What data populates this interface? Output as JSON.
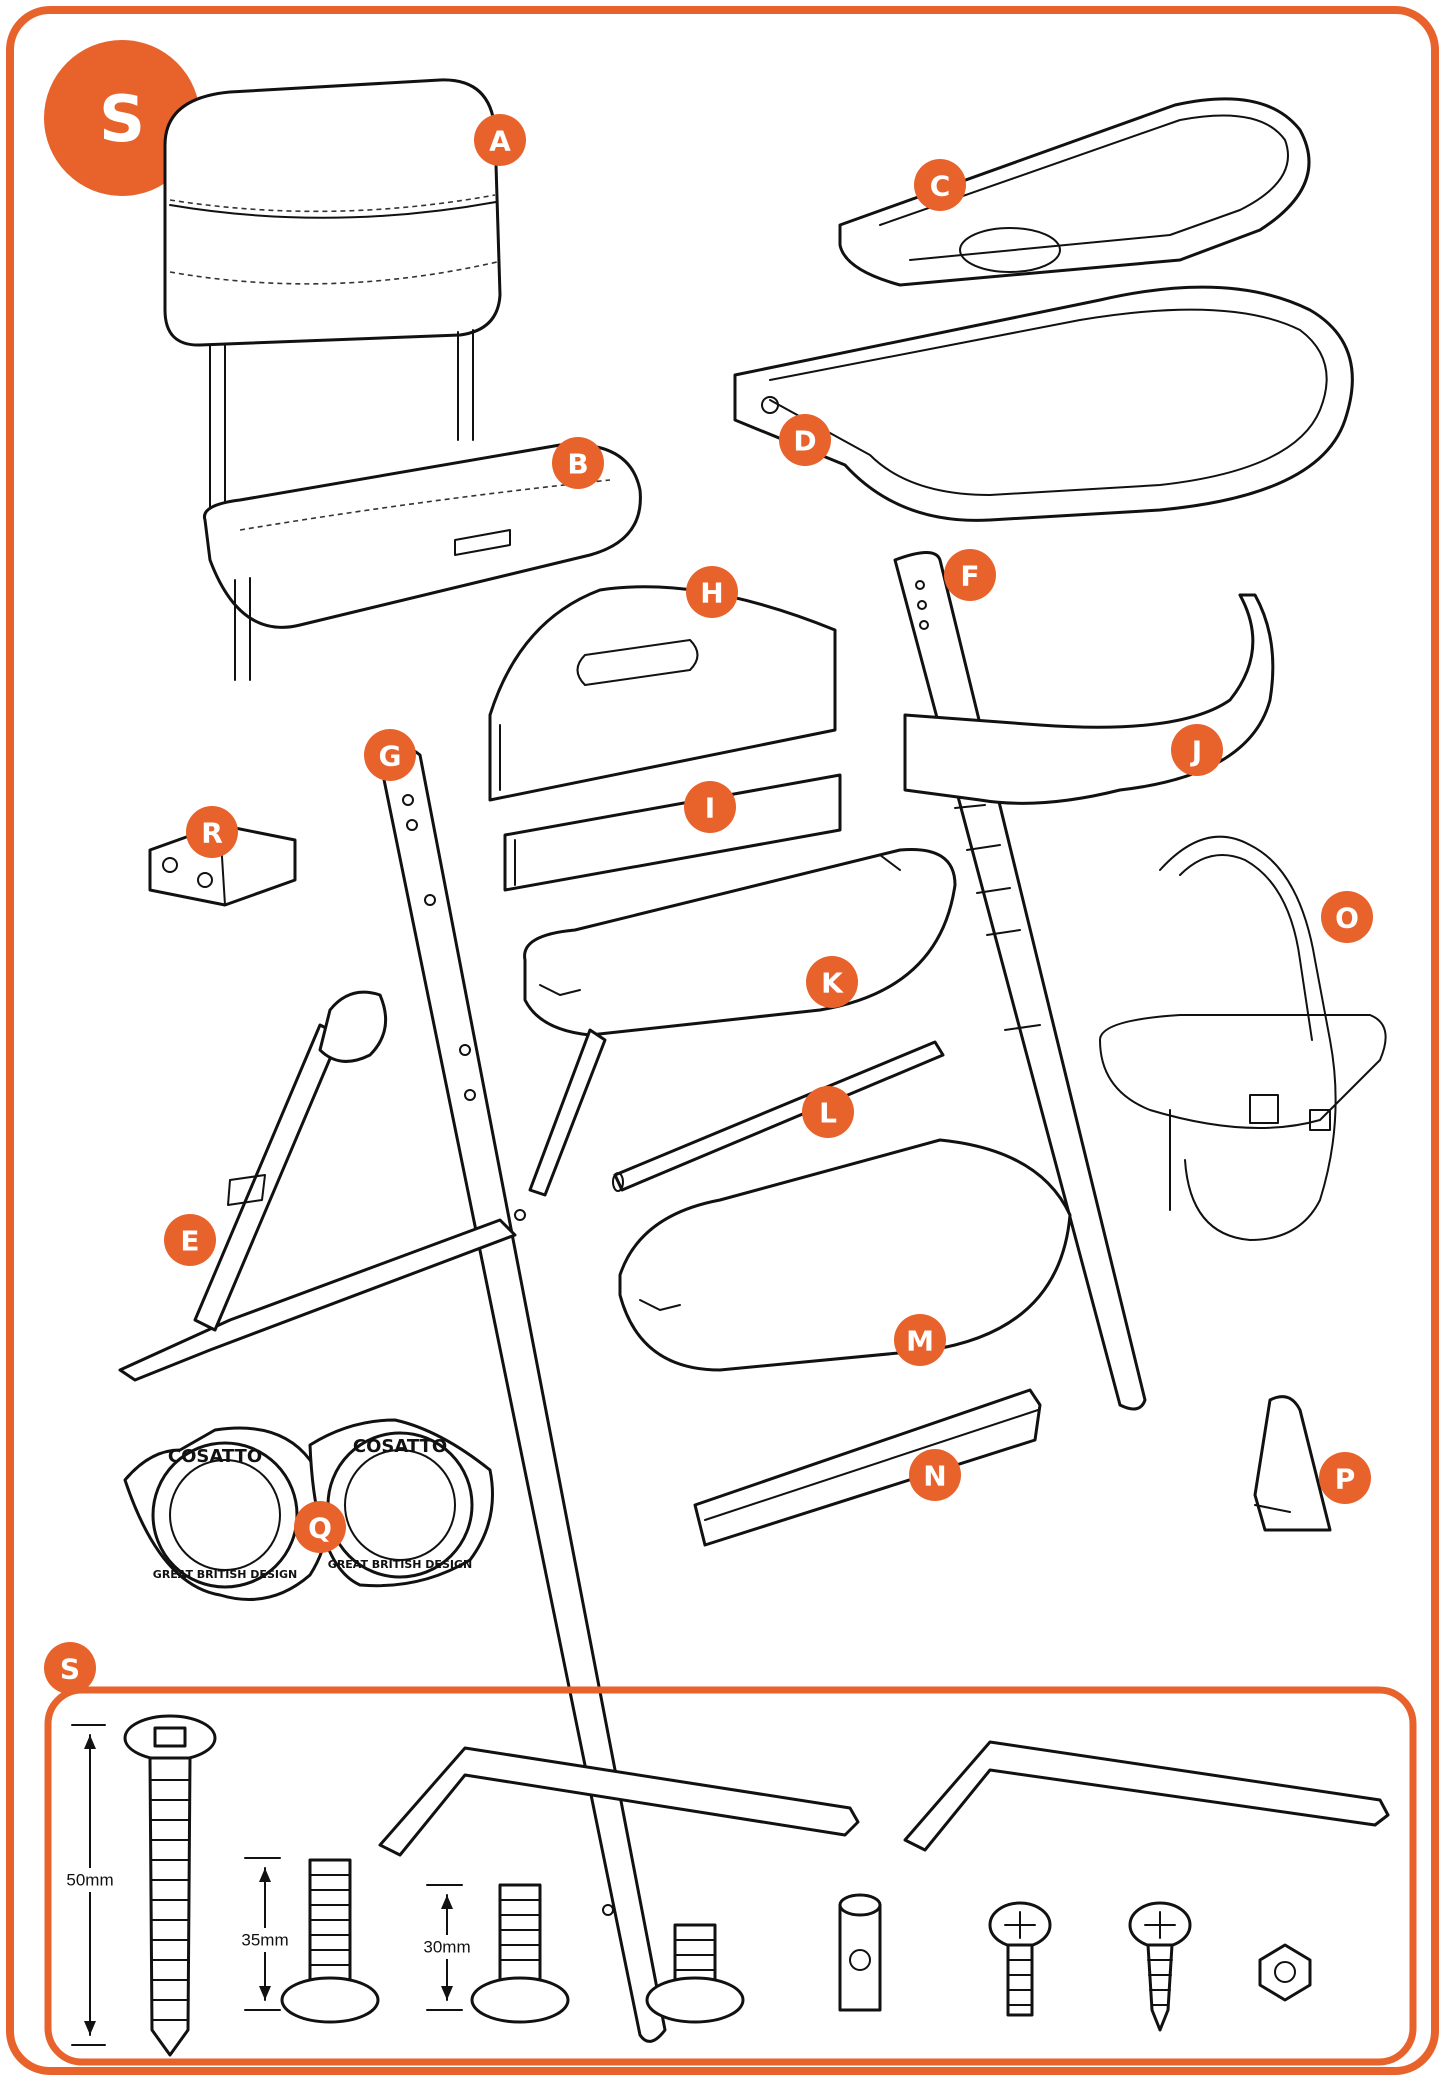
{
  "accent_color": "#e8622c",
  "header_badge": "S",
  "hardware_badge": "S",
  "parts": [
    {
      "id": "A",
      "name": "seat-back-cushion"
    },
    {
      "id": "B",
      "name": "seat-cushion"
    },
    {
      "id": "C",
      "name": "tray-top"
    },
    {
      "id": "D",
      "name": "tray-base"
    },
    {
      "id": "E",
      "name": "stabiliser-legs"
    },
    {
      "id": "F",
      "name": "right-side-frame"
    },
    {
      "id": "G",
      "name": "left-side-frame"
    },
    {
      "id": "H",
      "name": "backrest-upper"
    },
    {
      "id": "I",
      "name": "backrest-lower"
    },
    {
      "id": "J",
      "name": "safety-bar"
    },
    {
      "id": "K",
      "name": "seat-board"
    },
    {
      "id": "L",
      "name": "connecting-rod"
    },
    {
      "id": "M",
      "name": "footrest-board"
    },
    {
      "id": "N",
      "name": "rear-crossbar"
    },
    {
      "id": "O",
      "name": "safety-harness"
    },
    {
      "id": "P",
      "name": "end-stop"
    },
    {
      "id": "Q",
      "name": "badge-caps"
    },
    {
      "id": "R",
      "name": "brackets"
    }
  ],
  "logo": {
    "brand": "COSATTO",
    "tagline": "GREAT BRITISH DESIGN"
  },
  "hardware": {
    "dims": [
      "50mm",
      "35mm",
      "30mm"
    ],
    "items": [
      "bolt-50mm",
      "bolt-35mm",
      "bolt-30mm",
      "allen-key-large",
      "allen-key-small",
      "short-bolt",
      "barrel-nut",
      "machine-screw",
      "wood-screw",
      "lock-nut"
    ]
  }
}
